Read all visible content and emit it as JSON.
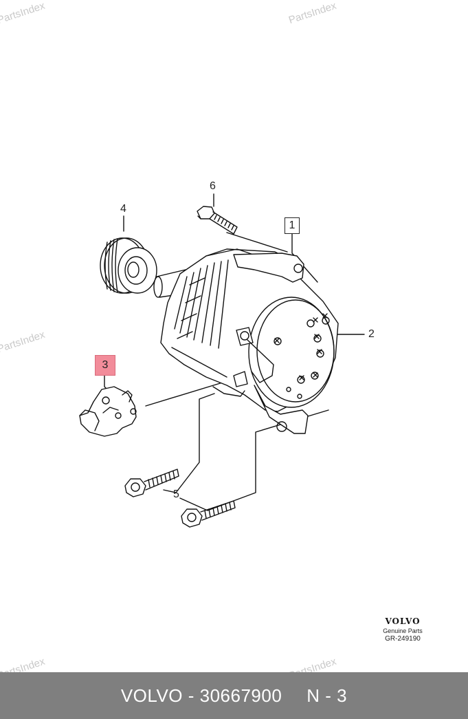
{
  "watermarks": {
    "text": "PartsIndex"
  },
  "callouts": {
    "c1": "1",
    "c2": "2",
    "c3": "3",
    "c4": "4",
    "c5": "5",
    "c6": "6"
  },
  "brand": {
    "logo": "VOLVO",
    "subtitle": "Genuine Parts",
    "code": "GR-249190"
  },
  "footer": {
    "part_label": "VOLVO - 30667900",
    "position_label": "N - 3"
  },
  "colors": {
    "highlight": "#f28c9a",
    "footer_bg": "#7f7f7f",
    "watermark": "#c9c9c9"
  }
}
